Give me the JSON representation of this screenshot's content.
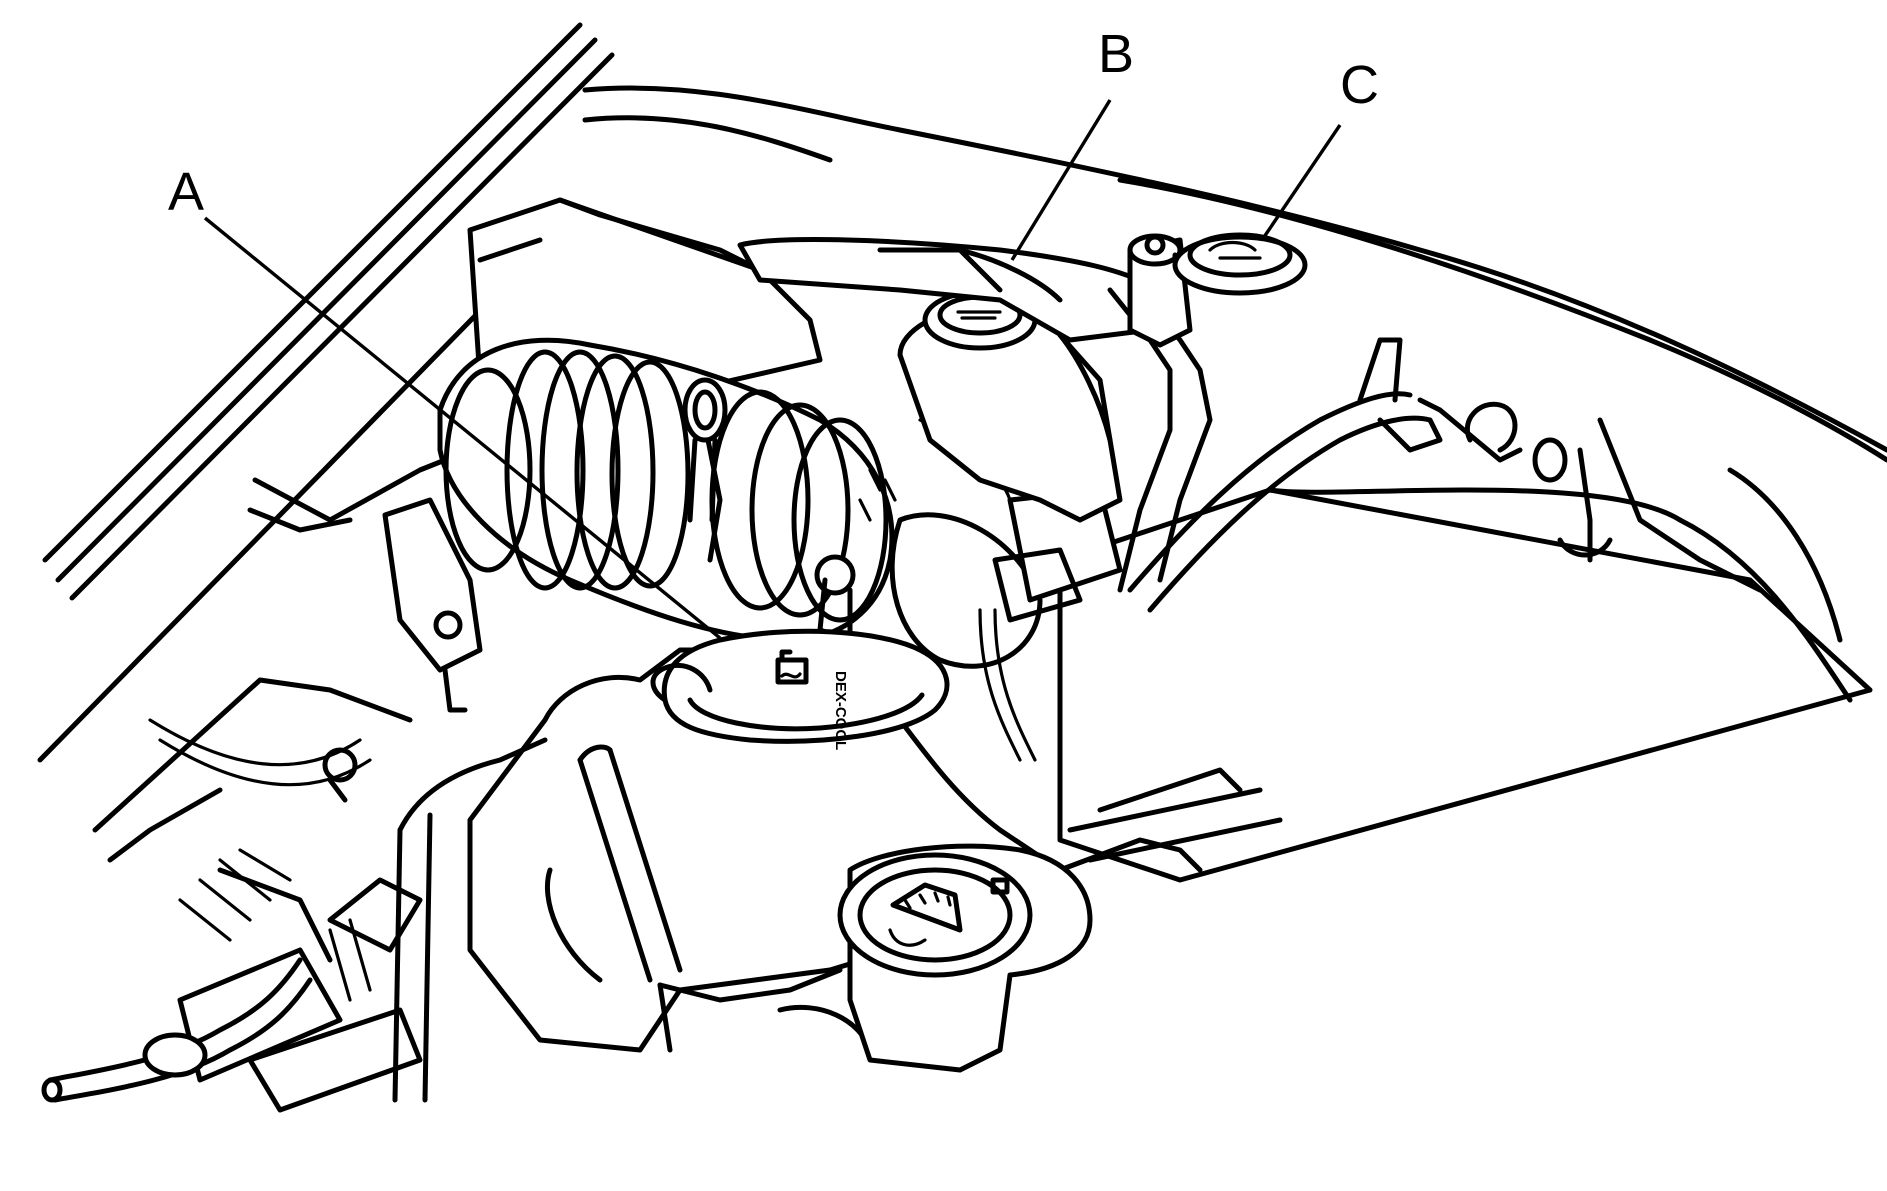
{
  "callouts": [
    {
      "id": "A",
      "label": "A"
    },
    {
      "id": "B",
      "label": "B"
    },
    {
      "id": "C",
      "label": "C"
    }
  ],
  "cap_stamp": "DEX-COOL",
  "line_color": "#000000",
  "background_color": "#ffffff"
}
